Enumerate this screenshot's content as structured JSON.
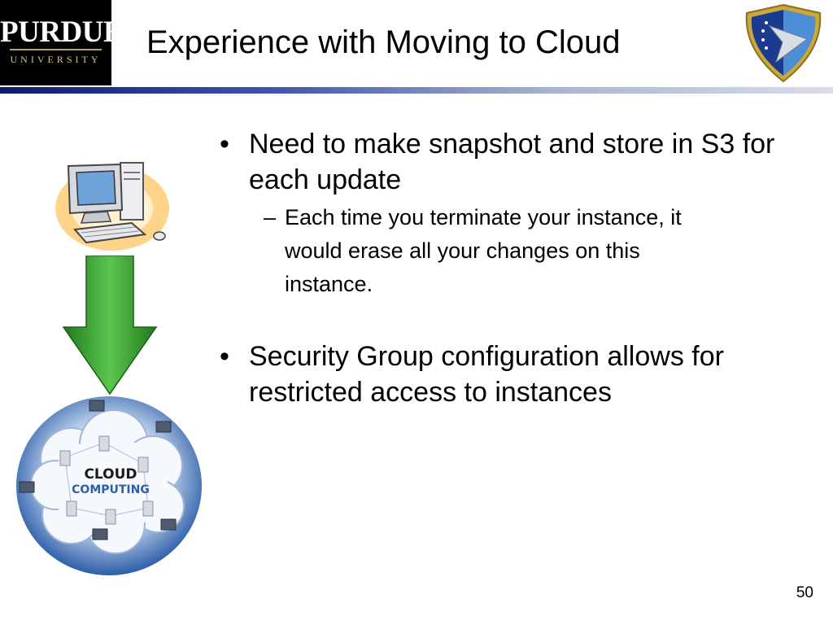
{
  "header": {
    "logo_word": "PURDUE",
    "logo_sub": "UNIVERSITY",
    "title": "Experience with Moving to Cloud"
  },
  "bullets": [
    {
      "text": "Need to make snapshot and store in S3 for each update",
      "sub": [
        "Each time you terminate your instance, it would erase all your changes on this instance."
      ]
    },
    {
      "text": "Security Group configuration allows for restricted access to instances",
      "sub": []
    }
  ],
  "cloud_graphic": {
    "line1": "CLOUD",
    "line2": "COMPUTING"
  },
  "page_number": "50",
  "colors": {
    "title_band_dark": "#0e1a6b",
    "arrow_green": "#2f9a2b",
    "cloud_blue": "#2d5ea8"
  }
}
